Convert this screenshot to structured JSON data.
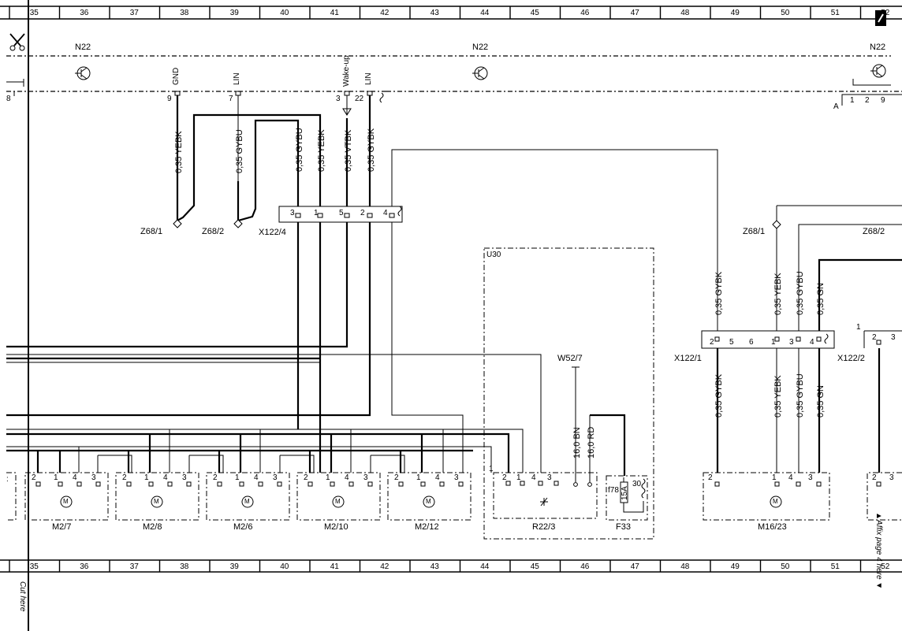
{
  "grid_columns": [
    "35",
    "36",
    "37",
    "38",
    "39",
    "40",
    "41",
    "42",
    "43",
    "44",
    "45",
    "46",
    "47",
    "48",
    "49",
    "50",
    "51",
    "52"
  ],
  "margin": {
    "cut_here": "Cut here",
    "affix": "▲Affix page 4 here ▼"
  },
  "control_units": {
    "n22_left": "N22",
    "n22_mid": "N22",
    "n22_right": "N22",
    "connector_a": "A"
  },
  "top_pins": [
    {
      "signal": "GND",
      "pin": "9"
    },
    {
      "signal": "LIN",
      "pin": "7"
    },
    {
      "signal": "Wake-up",
      "pin": "3"
    },
    {
      "signal": "LIN",
      "pin": "22"
    }
  ],
  "left_pin": "8",
  "right_pins": [
    "1",
    "2",
    "9"
  ],
  "wire_labels": {
    "w_yebk_a": "0,35 YEBK",
    "w_gybu_a": "0,35 GYBU",
    "w_gybu_b": "0,35 GYBU",
    "w_yebk_b": "0,35 YEBK",
    "w_vtbk": "0,35 VTBK",
    "w_gybk_a": "0,35 GYBK",
    "w_gybk_r": "0,35 GYBK",
    "w_yebk_r": "0,35 YEBK",
    "w_gybu_r": "0,35 GYBU",
    "w_gn_r": "0,35 GN",
    "w_gybk_r2": "0,35 GYBK",
    "w_yebk_r2": "0,35 YEBK",
    "w_gybu_r2": "0,35 GYBU",
    "w_gn_r2": "0,35 GN",
    "w_bn": "16,0 BN",
    "w_rd": "16,0 RD"
  },
  "splices": {
    "z68_1_left": "Z68/1",
    "z68_2_left": "Z68/2",
    "z68_1_right": "Z68/1",
    "z68_2_right": "Z68/2"
  },
  "connectors": {
    "x122_4": {
      "label": "X122/4",
      "pins": [
        "3",
        "1",
        "5",
        "2",
        "4"
      ]
    },
    "x122_1": {
      "label": "X122/1",
      "pins": [
        "2",
        "5",
        "6",
        "1",
        "3",
        "4"
      ]
    },
    "x122_2": {
      "label": "X122/2",
      "pins": [
        "1",
        "2",
        "3"
      ]
    }
  },
  "motors": [
    {
      "label": "M2/7",
      "pins": [
        "2",
        "1",
        "4",
        "3"
      ]
    },
    {
      "label": "M2/8",
      "pins": [
        "2",
        "1",
        "4",
        "3"
      ]
    },
    {
      "label": "M2/6",
      "pins": [
        "2",
        "1",
        "4",
        "3"
      ]
    },
    {
      "label": "M2/10",
      "pins": [
        "2",
        "1",
        "4",
        "3"
      ]
    },
    {
      "label": "M2/12",
      "pins": [
        "2",
        "1",
        "4",
        "3"
      ]
    }
  ],
  "m16": {
    "label": "M16/23",
    "pins": [
      "2",
      "1",
      "4",
      "3"
    ]
  },
  "u30": {
    "label": "U30",
    "w52": "W52/7",
    "r22": "R22/3",
    "r22_pins": [
      "1",
      "2",
      "1",
      "4",
      "3"
    ],
    "f33": "F33",
    "f78": "f78",
    "fuse": "15A",
    "pin30": "30"
  },
  "partial_box_pins": [
    "2",
    "3"
  ],
  "motor_symbol": "M"
}
